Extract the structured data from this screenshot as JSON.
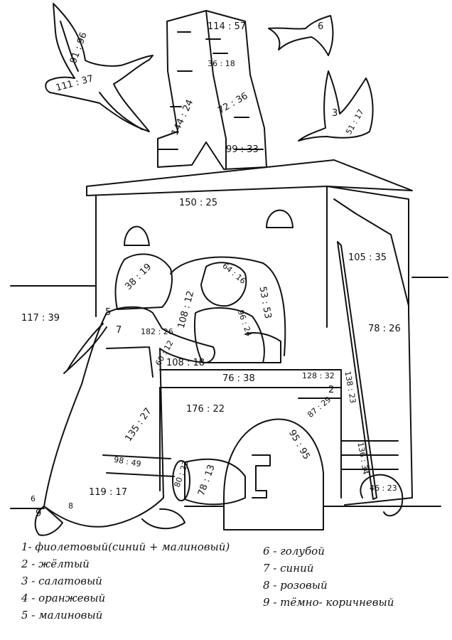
{
  "labels": {
    "goose_left_wing": "91 : 96",
    "goose_left_body": "111 : 37",
    "goose_right_small": "6",
    "goose_right_wing": "3",
    "goose_right_body": "51 : 17",
    "chimney_top": "114 : 57",
    "chimney_mid": "36 : 18",
    "chimney_left": "144 : 24",
    "chimney_right": "72 : 36",
    "chimney_bottom": "99 : 33",
    "stove_top": "150 : 25",
    "stove_side": "105 : 35",
    "wall_left": "117 : 39",
    "stove_right": "78 : 26",
    "girl_head": "38 : 19",
    "girl_scarf": "5",
    "girl_bow": "7",
    "girl_arm": "182 : 26",
    "girl_hand": "60 : 12",
    "girl_sleeve": "108 : 18",
    "boy_head": "64 : 16",
    "boy_window_left": "108 : 12",
    "boy_window_right": "53 : 53",
    "boy_shirt": "96 : 24",
    "ledge": "76 : 38",
    "step_right": "128 : 32",
    "step_two": "2",
    "step_lower": "87 : 29",
    "poker": "138 : 23",
    "stove_base": "176 : 22",
    "skirt_right": "135 : 27",
    "skirt_hem": "98 : 49",
    "log_left": "80 : 23",
    "log_right": "78 : 13",
    "door": "95 : 95",
    "poker_low": "136 : 34",
    "horseshoe": "46 : 23",
    "skirt_bottom": "119 : 17",
    "boot_six": "6",
    "boot_nine": "9",
    "boot_eight": "8"
  },
  "legend": [
    "1- фиолетовый(синий + малиновый)",
    "2 - жёлтый",
    "3 - салатовый",
    "4 - оранжевый",
    "5 - малиновый",
    "6 - голубой",
    "7 - синий",
    "8 - розовый",
    "9 - тёмно- коричневый"
  ]
}
